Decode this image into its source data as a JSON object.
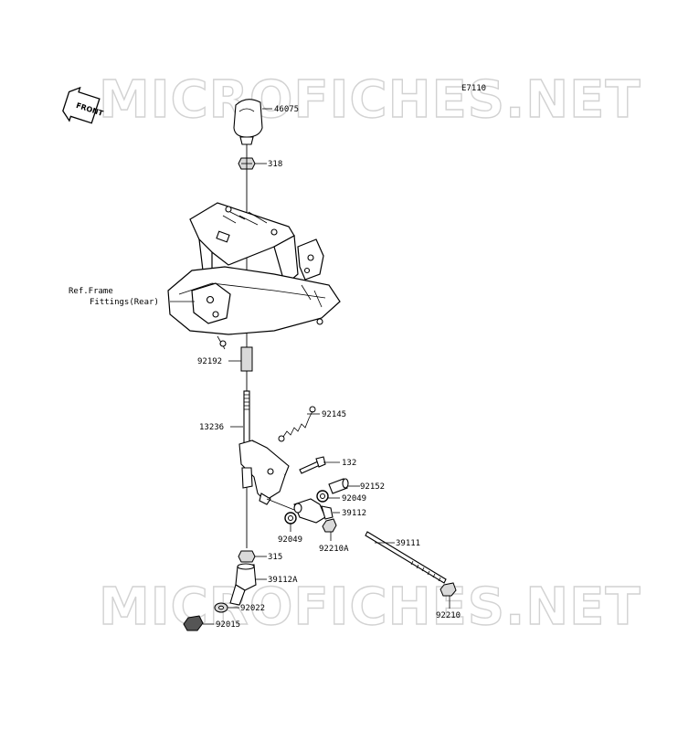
{
  "figure_id": "E7110",
  "watermarks": [
    "MICROFICHES.NET",
    "MICROFICHES.NET"
  ],
  "front_badge": "FRONT",
  "reference_note": [
    "Ref.Frame",
    "Fittings(Rear)"
  ],
  "part_labels": [
    {
      "id": "p46075",
      "text": "46075"
    },
    {
      "id": "p318",
      "text": "318"
    },
    {
      "id": "p92192",
      "text": "92192"
    },
    {
      "id": "p92145",
      "text": "92145"
    },
    {
      "id": "p13236",
      "text": "13236"
    },
    {
      "id": "p132",
      "text": "132"
    },
    {
      "id": "p92152",
      "text": "92152"
    },
    {
      "id": "p92049a",
      "text": "92049"
    },
    {
      "id": "p39112",
      "text": "39112"
    },
    {
      "id": "p92049b",
      "text": "92049"
    },
    {
      "id": "p92210A",
      "text": "92210A"
    },
    {
      "id": "p39111",
      "text": "39111"
    },
    {
      "id": "p315",
      "text": "315"
    },
    {
      "id": "p39112A",
      "text": "39112A"
    },
    {
      "id": "p92022",
      "text": "92022"
    },
    {
      "id": "p92015",
      "text": "92015"
    },
    {
      "id": "p92210",
      "text": "92210"
    }
  ]
}
